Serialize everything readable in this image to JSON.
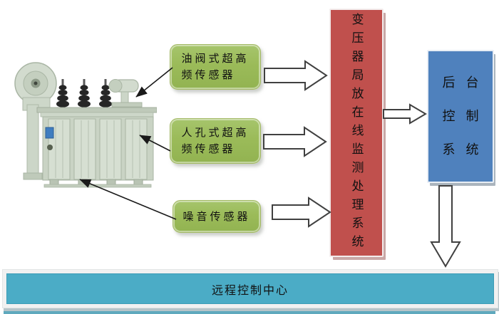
{
  "colors": {
    "sensor_green": "#9BBB59",
    "monitor_red": "#C0504D",
    "backend_blue": "#4F81BD",
    "remote_teal": "#4BACC6"
  },
  "sensors": [
    {
      "name": "oil-valve-uhf-sensor",
      "label": "油阀式超高频传感器",
      "lines": [
        "油阀式超高",
        "频传感器"
      ]
    },
    {
      "name": "manhole-uhf-sensor",
      "label": "人孔式超高频传感器",
      "lines": [
        "人孔式超高",
        "频传感器"
      ]
    },
    {
      "name": "noise-sensor",
      "label": "噪音传感器",
      "lines": [
        "噪音传感器"
      ]
    }
  ],
  "monitor": {
    "label": "变压器局放在线监测处理系统"
  },
  "backend": {
    "label": "后台控制系统",
    "lines": [
      "后台",
      "控制",
      "系统"
    ]
  },
  "remote": {
    "label": "远程控制中心"
  }
}
